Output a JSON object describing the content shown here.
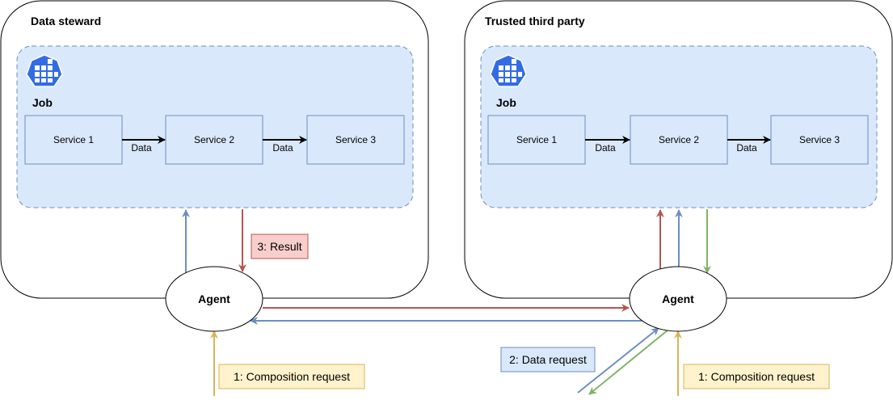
{
  "left_zone": {
    "title": "Data steward",
    "job_label": "Job",
    "services": [
      "Service 1",
      "Service 2",
      "Service 3"
    ],
    "flow_labels": [
      "Data",
      "Data"
    ],
    "agent_label": "Agent",
    "result_label": "3: Result",
    "composition_label": "1: Composition request"
  },
  "right_zone": {
    "title": "Trusted third party",
    "job_label": "Job",
    "services": [
      "Service 1",
      "Service 2",
      "Service 3"
    ],
    "flow_labels": [
      "Data",
      "Data"
    ],
    "agent_label": "Agent",
    "data_request_label": "2: Data request",
    "composition_label": "1: Composition request"
  },
  "colors": {
    "red": "#b85450",
    "blue": "#6c8ebf",
    "green": "#82b366",
    "yellow": "#d6b656",
    "job_fill": "#dae8fc",
    "red_box": "#f8cecc",
    "yellow_box": "#fff2cc",
    "k8s": "#326ce5"
  }
}
